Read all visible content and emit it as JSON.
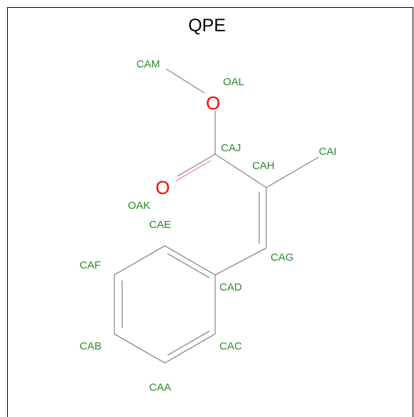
{
  "molecule": {
    "title": "QPE",
    "atom_labels": [
      "CAM",
      "OAL",
      "CAJ",
      "CAH",
      "CAI",
      "OAK",
      "CAE",
      "CAG",
      "CAF",
      "CAD",
      "CAB",
      "CAC",
      "CAA"
    ],
    "heteroatom_symbol": "O",
    "colors": {
      "label": "#2a8a2a",
      "heteroatom": "#ff0000",
      "bond": "#8a8a8a",
      "frame": "#000000"
    }
  }
}
